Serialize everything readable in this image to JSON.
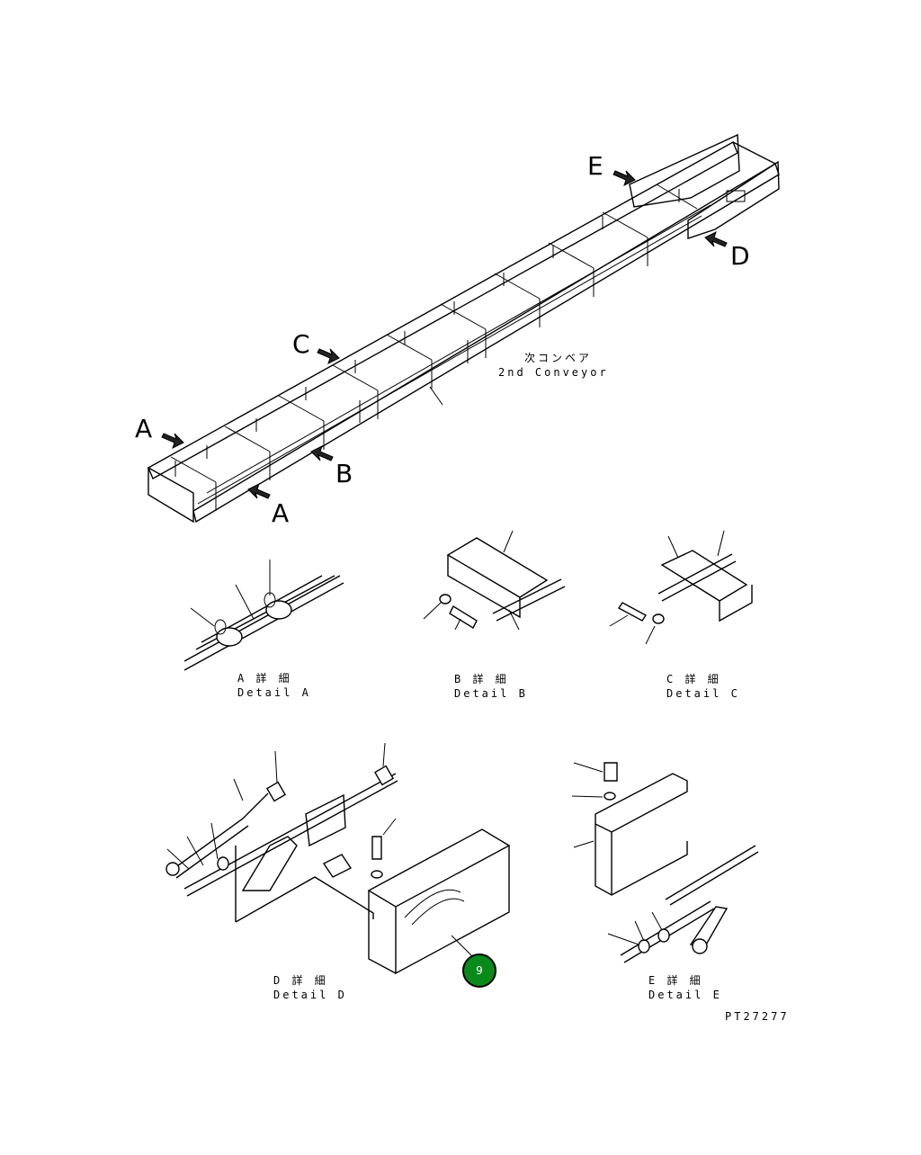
{
  "main": {
    "title_jp": "次コンベア",
    "title_en": "2nd Conveyor",
    "markers": {
      "a1": "A",
      "a2": "A",
      "b": "B",
      "c": "C",
      "d": "D",
      "e": "E"
    }
  },
  "details": [
    {
      "jp": "A 詳 細",
      "en": "Detail A"
    },
    {
      "jp": "B 詳 細",
      "en": "Detail B"
    },
    {
      "jp": "C 詳 細",
      "en": "Detail C"
    },
    {
      "jp": "D 詳 細",
      "en": "Detail D"
    },
    {
      "jp": "E 詳 細",
      "en": "Detail E"
    }
  ],
  "callout": {
    "label": "9",
    "color": "#0a8a1a"
  },
  "drawing_number": "PT27277"
}
